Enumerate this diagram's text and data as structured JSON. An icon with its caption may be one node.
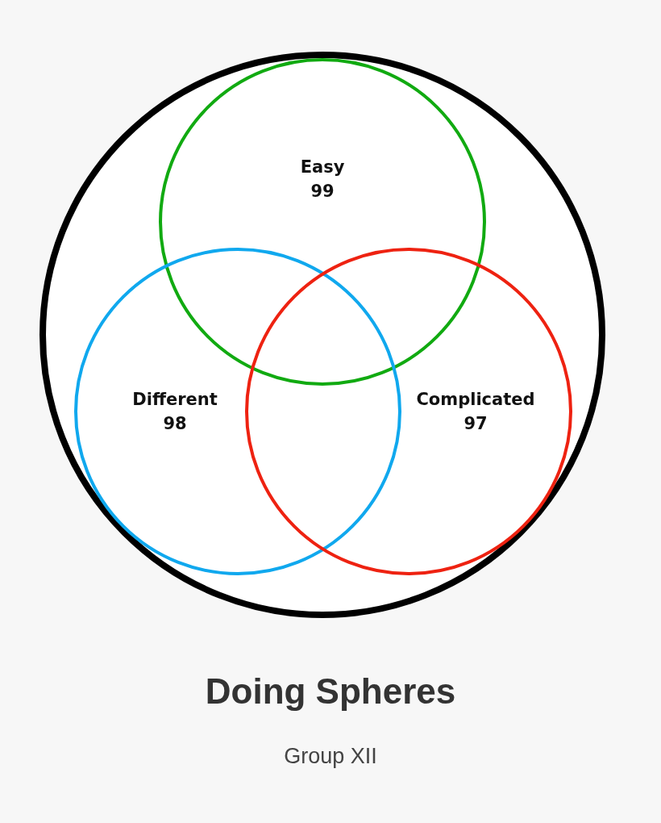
{
  "diagram": {
    "title": "Doing Spheres",
    "caption": "Group XII",
    "nodes": [
      {
        "text": [],
        "shape": "circle"
      },
      {
        "text": [
          "Easy",
          "99"
        ],
        "in": 0
      },
      {
        "text": [
          "Different",
          "98"
        ],
        "in": 0
      },
      {
        "text": [
          "Complicated",
          "97"
        ],
        "in": 0
      }
    ],
    "edges": []
  }
}
